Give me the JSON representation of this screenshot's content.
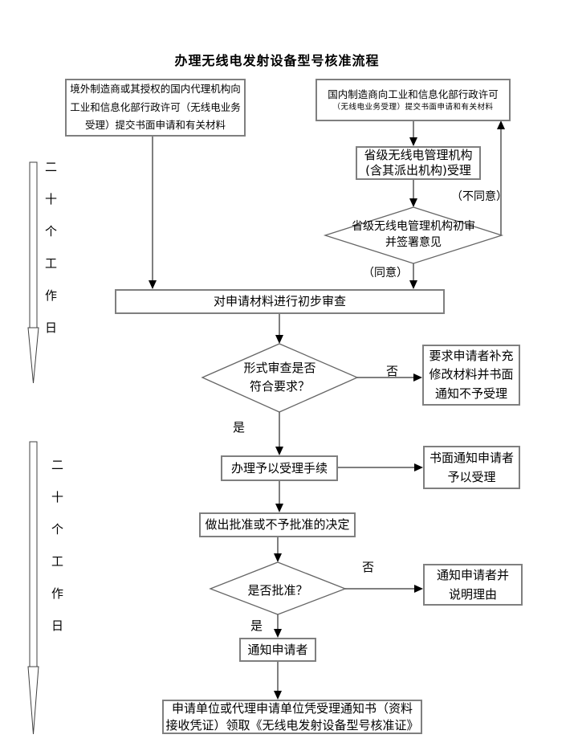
{
  "title": "办理无线电发射设备型号核准流程",
  "flow": {
    "foreign_box": "境外制造商或其授权的国内代理机构向\n工业和信息化部行政许可（无线电业务\n受理）提交书面申请和有关材料",
    "domestic_box_line1": "国内制造商向工业和信息化部行政许可",
    "domestic_box_line2": "（无线电业务受理）提交书面申请和有关材料",
    "provincial_box": "省级无线电管理机构\n(含其派出机构)受理",
    "provincial_review_diamond": "省级无线电管理机构初审\n并签署意见",
    "initial_review_box": "对申请材料进行初步审查",
    "format_check_diamond": "形式审查是否\n符合要求？",
    "supplement_box": "要求申请者补充\n修改材料并书面\n通知不予受理",
    "accept_box": "办理予以受理手续",
    "notify_accept_box": "书面通知申请者\n予以受理",
    "decision_box": "做出批准或不予批准的决定",
    "approve_diamond": "是否批准？",
    "notify_reason_box": "通知申请者并\n说明理由",
    "notify_applicant_box": "通知申请者",
    "final_box": "申请单位或代理申请单位凭受理通知书（资料\n接收凭证）领取《无线电发射设备型号核准证》"
  },
  "labels": {
    "disagree": "（不同意）",
    "agree": "（同意）",
    "no_format": "否",
    "yes_format": "是",
    "no_approve": "否",
    "yes_approve": "是"
  },
  "timeline": {
    "upper": "二十个工作日",
    "lower": "二十个工作日"
  },
  "colors": {
    "line": "#7f7f7f",
    "diamond_stroke": "#666666",
    "arrowhead": "#000000",
    "box_border": "#7f7f7f",
    "text": "#000000",
    "background": "#ffffff"
  }
}
